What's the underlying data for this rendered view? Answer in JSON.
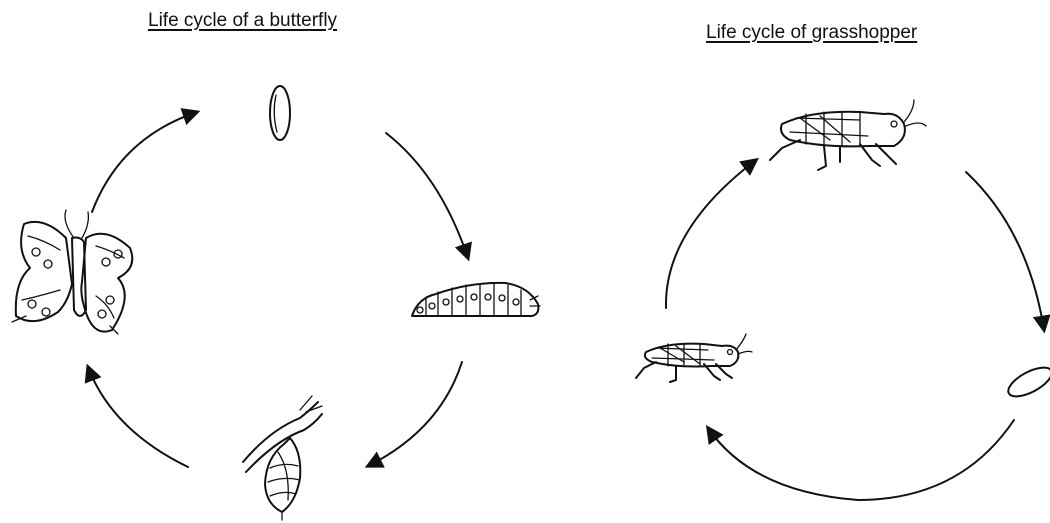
{
  "diagram_left": {
    "title": "Life cycle of a butterfly",
    "stages": [
      "egg",
      "caterpillar",
      "pupa",
      "butterfly"
    ],
    "icons": [
      "egg-icon",
      "caterpillar-icon",
      "pupa-icon",
      "butterfly-icon"
    ]
  },
  "diagram_right": {
    "title": "Life cycle of grasshopper",
    "stages": [
      "adult grasshopper",
      "egg",
      "nymph"
    ],
    "icons": [
      "grasshopper-adult-icon",
      "egg-icon",
      "grasshopper-nymph-icon"
    ]
  },
  "colors": {
    "ink": "#111111",
    "background": "#ffffff"
  }
}
